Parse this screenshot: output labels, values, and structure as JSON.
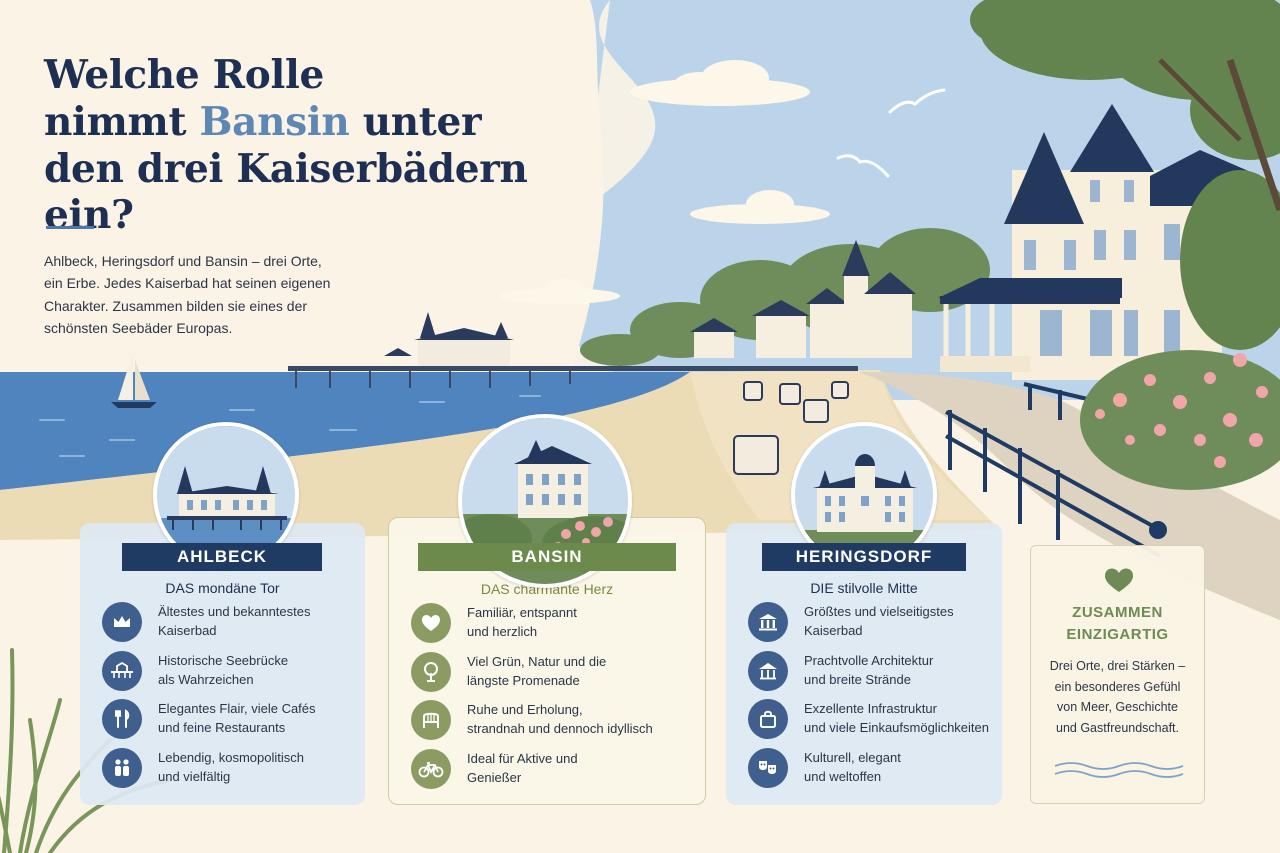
{
  "header": {
    "title_line1": "Welche Rolle",
    "title_line2_a": "nimmt ",
    "title_highlight": "Bansin",
    "title_line2_b": " unter",
    "title_line3": "den drei Kaiserbädern ein?",
    "intro_lines": [
      "Ahlbeck, Heringsdorf und Bansin – drei Orte,",
      "ein Erbe. Jedes Kaiserbad hat seinen eigenen",
      "Charakter. Zusammen bilden sie eines der",
      "schönsten Seebäder Europas."
    ]
  },
  "cards": [
    {
      "name": "AHLBECK",
      "tagline": "DAS mondäne Tor",
      "features": [
        {
          "icon": "crown-icon",
          "lines": [
            "Ältestes und bekanntestes",
            "Kaiserbad"
          ]
        },
        {
          "icon": "pier-icon",
          "lines": [
            "Historische Seebrücke",
            "als Wahrzeichen"
          ]
        },
        {
          "icon": "cutlery-icon",
          "lines": [
            "Elegantes Flair, viele Cafés",
            "und feine Restaurants"
          ]
        },
        {
          "icon": "people-icon",
          "lines": [
            "Lebendig, kosmopolitisch",
            "und vielfältig"
          ]
        }
      ]
    },
    {
      "name": "BANSIN",
      "tagline": "DAS charmante Herz",
      "features": [
        {
          "icon": "heart-icon",
          "lines": [
            "Familiär, entspannt",
            "und herzlich"
          ]
        },
        {
          "icon": "tree-icon",
          "lines": [
            "Viel Grün, Natur und die",
            "längste Promenade"
          ]
        },
        {
          "icon": "beach-chair-icon",
          "lines": [
            "Ruhe und Erholung,",
            "strandnah und dennoch idyllisch"
          ]
        },
        {
          "icon": "bicycle-icon",
          "lines": [
            "Ideal für Aktive und",
            "Genießer"
          ]
        }
      ]
    },
    {
      "name": "HERINGSDORF",
      "tagline": "DIE stilvolle Mitte",
      "features": [
        {
          "icon": "columns-icon",
          "lines": [
            "Größtes und vielseitigstes",
            "Kaiserbad"
          ]
        },
        {
          "icon": "pavilion-icon",
          "lines": [
            "Prachtvolle Architektur",
            "und breite Strände"
          ]
        },
        {
          "icon": "shopping-bag-icon",
          "lines": [
            "Exzellente Infrastruktur",
            "und viele Einkaufsmöglichkeiten"
          ]
        },
        {
          "icon": "theater-masks-icon",
          "lines": [
            "Kulturell, elegant",
            "und weltoffen"
          ]
        }
      ]
    }
  ],
  "together": {
    "icon": "heart-icon",
    "title_line1": "ZUSAMMEN",
    "title_line2": "EINZIGARTIG",
    "text_lines": [
      "Drei Orte, drei Stärken –",
      "ein besonderes Gefühl",
      "von Meer, Geschichte",
      "und Gastfreundschaft."
    ]
  },
  "colors": {
    "navy": "#1f3a63",
    "accent_blue": "#5f87b4",
    "olive": "#6b8a4c",
    "cream": "#fbf4e6"
  }
}
